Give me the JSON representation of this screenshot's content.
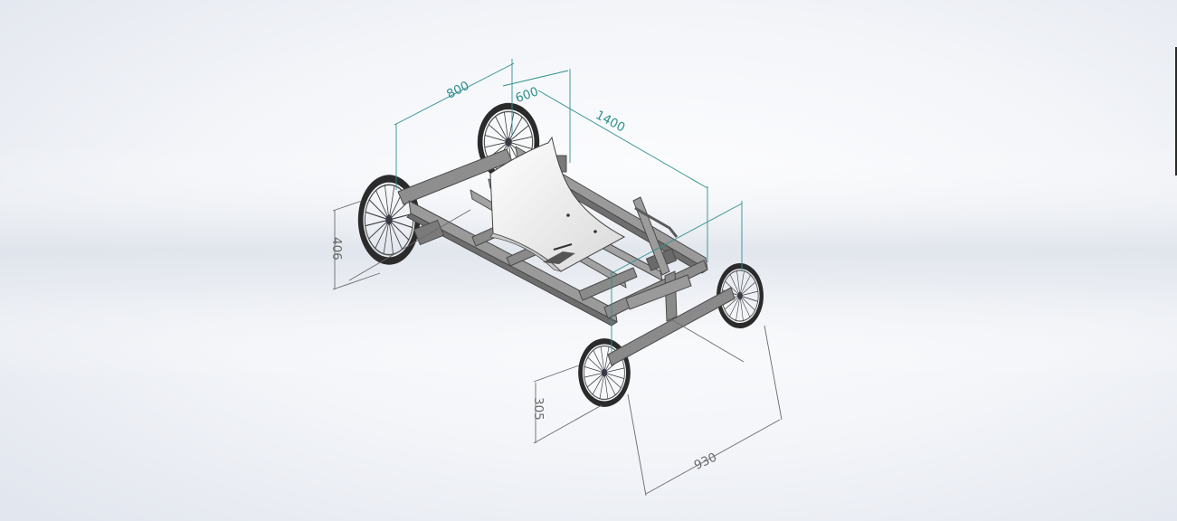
{
  "dimensions": {
    "frame_width": "800",
    "seat_width": "600",
    "frame_length": "1400",
    "rear_wheel_diameter": "406",
    "front_wheel_diameter": "305",
    "front_track": "930"
  },
  "colors": {
    "background_center": "#ffffff",
    "background_band": "#dfe3ec",
    "dimension_teal": "#2f8f8f",
    "dimension_gray": "#6a6a6a",
    "steel": "#8c8c8c",
    "steel_dark": "#4a4a4a",
    "seat": "#f4f4f4",
    "tire": "#2b2b2b"
  },
  "icons": {
    "model": "go-kart-frame-icon"
  }
}
